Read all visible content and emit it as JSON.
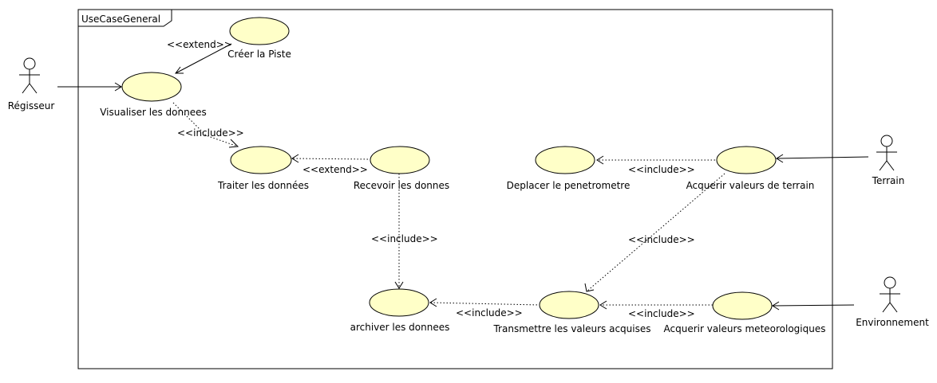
{
  "frame": {
    "title": "UseCaseGeneral"
  },
  "actors": [
    {
      "id": "regisseur",
      "label": "Régisseur"
    },
    {
      "id": "terrain",
      "label": "Terrain"
    },
    {
      "id": "environnement",
      "label": "Environnement"
    }
  ],
  "usecases": [
    {
      "id": "creer-piste",
      "label": "Créer la Piste"
    },
    {
      "id": "visualiser",
      "label": "Visualiser les donnees"
    },
    {
      "id": "traiter",
      "label": "Traiter les données"
    },
    {
      "id": "recevoir",
      "label": "Recevoir les donnes"
    },
    {
      "id": "deplacer",
      "label": "Deplacer le penetrometre"
    },
    {
      "id": "acquerir-terrain",
      "label": "Acquerir valeurs de terrain"
    },
    {
      "id": "archiver",
      "label": "archiver les donnees"
    },
    {
      "id": "transmettre",
      "label": "Transmettre les valeurs acquises"
    },
    {
      "id": "acquerir-meteo",
      "label": "Acquerir valeurs meteorologiques"
    }
  ],
  "relations": [
    {
      "id": "creer-extend-visualiser",
      "label": "<<extend>>"
    },
    {
      "id": "visualiser-include-traiter",
      "label": "<<include>>"
    },
    {
      "id": "recevoir-extend-traiter",
      "label": "<<extend>>"
    },
    {
      "id": "recevoir-include-archiver",
      "label": "<<include>>"
    },
    {
      "id": "acquerir-terrain-include-deplacer",
      "label": "<<include>>"
    },
    {
      "id": "acquerir-terrain-include-transmettre",
      "label": "<<include>>"
    },
    {
      "id": "transmettre-include-archiver",
      "label": "<<include>>"
    },
    {
      "id": "acquerir-meteo-include-transmettre",
      "label": "<<include>>"
    }
  ]
}
